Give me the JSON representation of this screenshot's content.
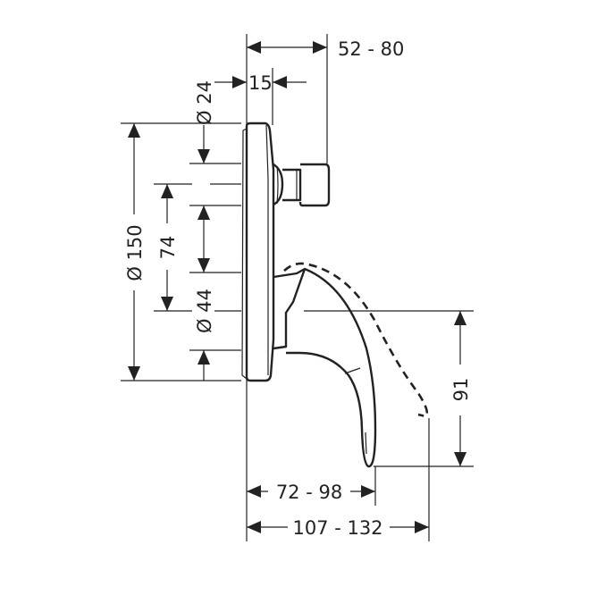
{
  "dimensions": {
    "overall_depth": "52 - 80",
    "plate_depth": "15",
    "stem_diameter": "Ø 24",
    "plate_diameter": "Ø 150",
    "center_distance": "74",
    "handle_base_diameter": "Ø 44",
    "handle_drop": "91",
    "handle_projection": "72 - 98",
    "max_projection": "107 - 132"
  },
  "colors": {
    "line": "#222222",
    "background": "#ffffff"
  }
}
